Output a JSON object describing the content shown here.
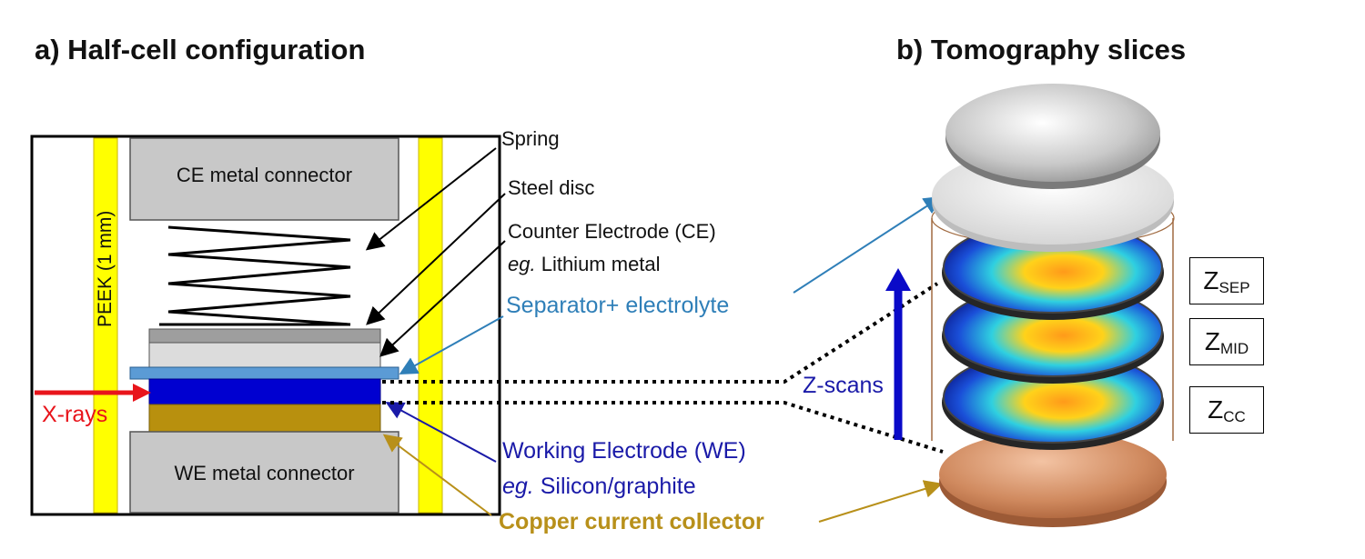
{
  "panel_a": {
    "title": "a) Half-cell configuration",
    "ce_connector": "CE metal connector",
    "we_connector": "WE metal connector",
    "peek": "PEEK (1 mm)",
    "xrays": "X-rays",
    "labels": {
      "spring": "Spring",
      "steel_disc": "Steel disc",
      "ce_line1": "Counter Electrode (CE)",
      "ce_eg": "eg.",
      "ce_line2": " Lithium metal",
      "separator": "Separator+ electrolyte",
      "we_line1": "Working Electrode (WE)",
      "we_eg": "eg.",
      "we_line2": " Silicon/graphite",
      "copper": "Copper current collector"
    }
  },
  "panel_b": {
    "title": "b) Tomography slices",
    "zscans": "Z-scans",
    "slices": [
      {
        "main": "Z",
        "sub": "SEP"
      },
      {
        "main": "Z",
        "sub": "MID"
      },
      {
        "main": "Z",
        "sub": "CC"
      }
    ]
  },
  "colors": {
    "peek": "#ffff00",
    "connector": "#c8c8c8",
    "separator": "#5b9bd5",
    "working_electrode": "#0000d0",
    "copper": "#b8900e",
    "xray_arrow": "#e8141b",
    "zscan_arrow": "#0a0ac8"
  }
}
